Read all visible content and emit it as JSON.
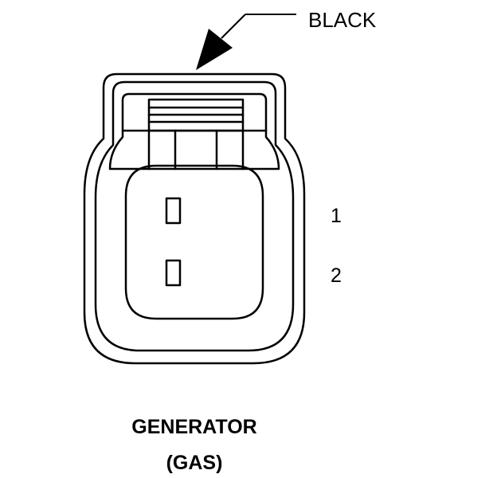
{
  "connector": {
    "color_label": "BLACK",
    "pins": [
      {
        "label": "1"
      },
      {
        "label": "2"
      }
    ]
  },
  "caption": {
    "line1": "GENERATOR",
    "line2": "(GAS)"
  },
  "colors": {
    "ink": "#000000",
    "background": "#ffffff"
  }
}
